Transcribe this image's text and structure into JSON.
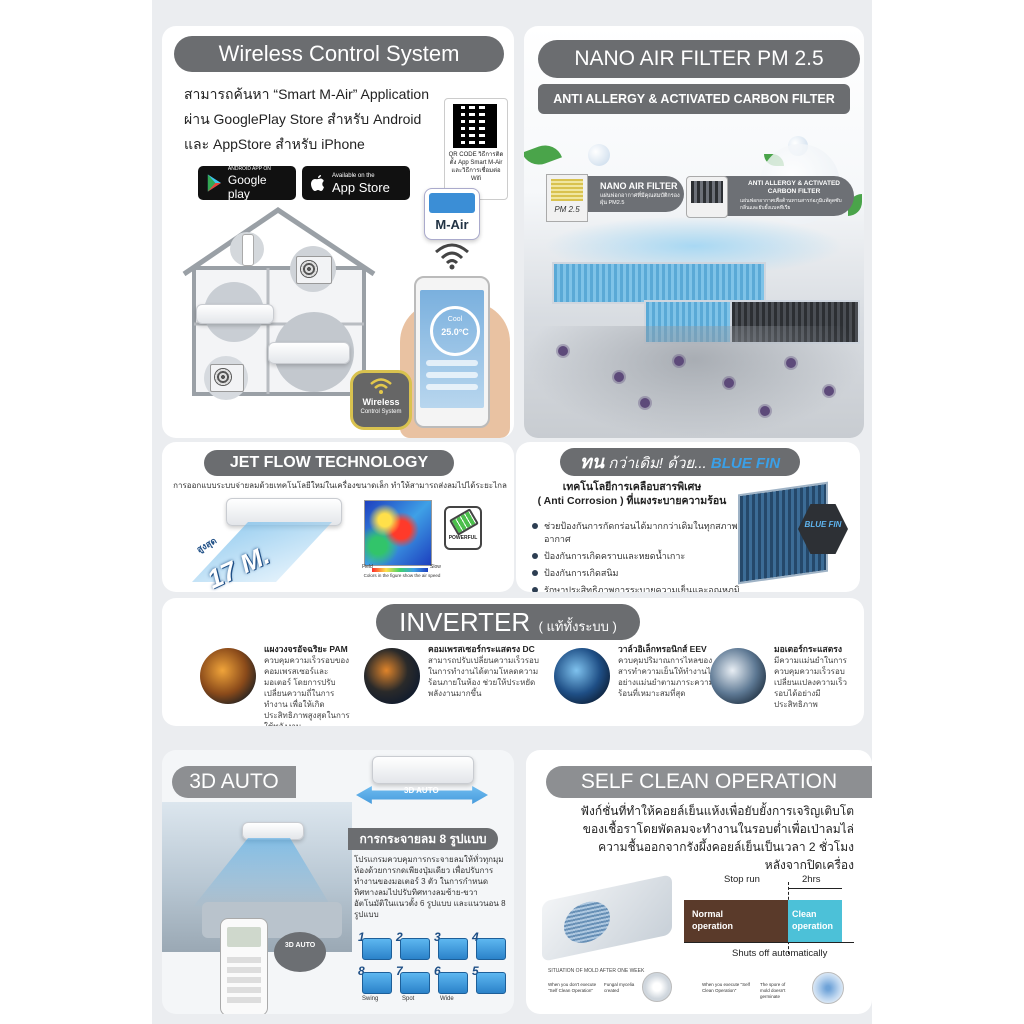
{
  "wireless": {
    "title": "Wireless Control System",
    "lines": [
      "สามารถค้นหา “Smart M-Air” Application",
      "ผ่าน GooglePlay Store สำหรับ Android",
      "และ AppStore สำหรับ iPhone"
    ],
    "google_small": "ANDROID APP ON",
    "google_label": "Google play",
    "apple_small": "Available on the",
    "apple_label": "App Store",
    "qr_caption": "QR CODE วิธีการติดตั้ง App Smart M-Air และวิธีการเชื่อมต่อ Wifi",
    "mair_label": "M-Air",
    "phone_mode": "Cool",
    "phone_temp": "25.0°C",
    "badge_line1": "Wireless",
    "badge_line2": "Control System"
  },
  "nano": {
    "title": "NANO AIR FILTER PM 2.5",
    "subtitle": "ANTI ALLERGY & ACTIVATED CARBON FILTER",
    "label1_title": "NANO AIR FILTER",
    "label1_text": "แผ่นฟอกอากาศที่มีคุณสมบัติกรองฝุ่น PM2.5",
    "label1_tag": "PM 2.5",
    "label2_title": "ANTI ALLERGY & ACTIVATED CARBON FILTER",
    "label2_text": "แผ่นฟอกอากาศเพื่อต้านทานสารก่อภูมิแพ้ดูดซับกลิ่นและยับยั้งแบคทีเรีย"
  },
  "jetflow": {
    "title": "JET FLOW TECHNOLOGY",
    "desc": "การออกแบบระบบจ่ายลมด้วยเทคโนโลยีใหม่ในเครื่องขนาดเล็ก ทำให้สามารถส่งลมไปได้ระยะไกล",
    "distance": "17 M.",
    "distance_prefix": "สูงสุด",
    "powerful": "POWERFUL",
    "legend_left": "Field",
    "legend_right": "Slow",
    "legend_caption": "Colors in the figure show the air speed"
  },
  "bluefin": {
    "title_bold": "ทน",
    "title_rest": "กว่าเดิม! ด้วย...",
    "title_brand": "BLUE FIN",
    "heading": "เทคโนโลยีการเคลือบสารพิเศษ",
    "heading2": "( Anti Corrosion ) ที่แผงระบายความร้อน",
    "bullets": [
      "ช่วยป้องกันการกัดกร่อนได้มากกว่าเดิมในทุกสภาพอากาศ",
      "ป้องกันการเกิดคราบและหยดน้ำเกาะ",
      "ป้องกันการเกิดสนิม",
      "รักษาประสิทธิภาพการระบายความเย็นและอุณหภูมิห้อง"
    ],
    "badge": "BLUE FIN"
  },
  "inverter": {
    "title": "INVERTER",
    "subtitle": "( แท้ทั้งระบบ )",
    "items": [
      {
        "title": "แผงวงจรอัจฉริยะ PAM",
        "text": "ควบคุมความเร็วรอบของคอมเพรสเซอร์และมอเตอร์ โดยการปรับเปลี่ยนความถี่ในการทำงาน เพื่อให้เกิดประสิทธิภาพสูงสุดในการใช้พลังงาน"
      },
      {
        "title": "คอมเพรสเซอร์กระแสตรง DC",
        "text": "สามารถปรับเปลี่ยนความเร็วรอบในการทำงานได้ตามโหลดความร้อนภายในห้อง ช่วยให้ประหยัดพลังงานมากขึ้น"
      },
      {
        "title": "วาล์วอิเล็กทรอนิกส์ EEV",
        "text": "ควบคุมปริมาณการไหลของสารทำความเย็นให้ทำงานได้อย่างแม่นยำตามภาระความร้อนที่เหมาะสมที่สุด"
      },
      {
        "title": "มอเตอร์กระแสตรง",
        "text": "มีความแม่นยำในการควบคุมความเร็วรอบ เปลี่ยนแปลงความเร็วรอบได้อย่างมีประสิทธิภาพ"
      }
    ]
  },
  "auto3d": {
    "title": "3D AUTO",
    "arrow_label": "3D AUTO",
    "pattern_title": "การกระจายลม 8 รูปแบบ",
    "pattern_text": "โปรแกรมควบคุมการกระจายลมให้ทั่วทุกมุมห้องด้วยการกดเพียงปุ่มเดียว เพื่อปรับการทำงานของมอเตอร์ 3 ตัว ในการกำหนดทิศทางลมไปปรับทิศทางลมซ้าย-ขวาอัตโนมัติในแนวตั้ง 6 รูปแบบ และแนวนอน 8 รูปแบบ",
    "remote_button": "3D AUTO",
    "steps_top": [
      "1",
      "2",
      "3",
      "4"
    ],
    "steps_bottom": [
      "8",
      "7",
      "6",
      "5"
    ],
    "labels": [
      "Swing",
      "Spot",
      "Wide"
    ]
  },
  "selfclean": {
    "title": "SELF CLEAN OPERATION",
    "lines": [
      "ฟังก์ชั่นที่ทำให้คอยล์เย็นแห้งเพื่อยับยั้งการเจริญเติบโต",
      "ของเชื้อราโดยพัดลมจะทำงานในรอบต่ำเพื่อเป่าลมไล่",
      "ความชื้นออกจากรังผึ้งคอยล์เย็นเป็นเวลา 2 ชั่วโมง",
      "หลังจากปิดเครื่อง"
    ],
    "stop_run": "Stop run",
    "hrs": "2hrs",
    "normal": "Normal operation",
    "clean": "Clean operation",
    "shuts_off": "Shuts off automatically",
    "mold_caption": "SITUATION OF MOLD AFTER ONE WEEK",
    "not_execute": "When you don't execute \"Self Clean Operation\"",
    "not_result": "Fungal mycelia created",
    "execute": "When you execute \"Self Clean Operation\"",
    "execute_result": "The spore of mold doesn't germinate"
  }
}
